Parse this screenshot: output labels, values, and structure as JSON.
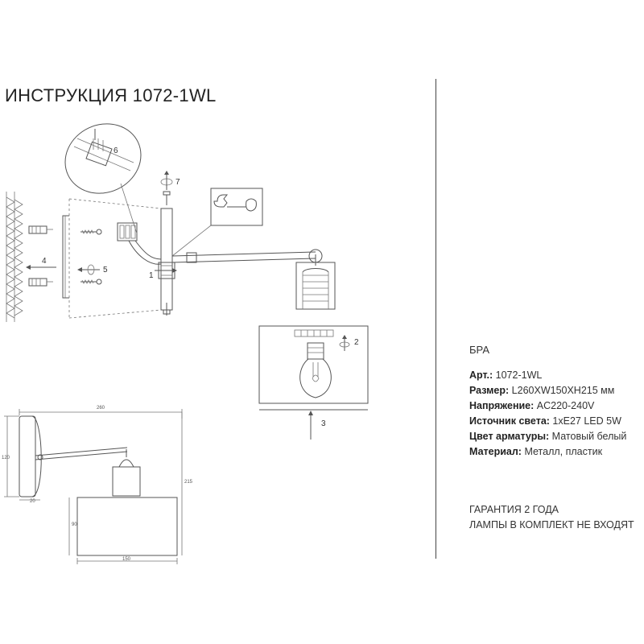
{
  "title": "ИНСТРУКЦИЯ 1072-1WL",
  "product_type": "БРА",
  "specs": [
    {
      "label": "Арт.:",
      "value": "1072-1WL"
    },
    {
      "label": "Размер:",
      "value": "L260XW150XH215 мм"
    },
    {
      "label": "Напряжение:",
      "value": "AC220-240V"
    },
    {
      "label": "Источник света:",
      "value": "1xE27 LED 5W"
    },
    {
      "label": "Цвет арматуры:",
      "value": "Матовый белый"
    },
    {
      "label": "Материал:",
      "value": "Металл, пластик"
    }
  ],
  "notes": [
    "ГАРАНТИЯ 2 ГОДА",
    "ЛАМПЫ В КОМПЛЕКТ НЕ ВХОДЯТ"
  ],
  "steps": [
    "1",
    "2",
    "3",
    "4",
    "5",
    "6",
    "7"
  ],
  "dimensions": {
    "length": "260",
    "height": "215",
    "plate_diameter": "120",
    "plate_depth": "20",
    "shade_height": "90",
    "shade_width": "150"
  }
}
